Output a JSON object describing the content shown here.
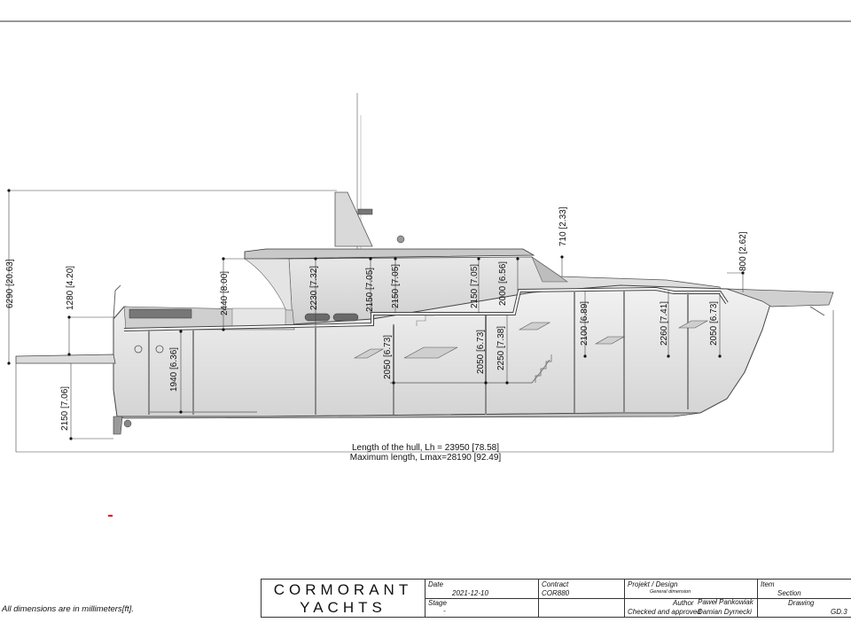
{
  "dimensions_vertical": [
    {
      "id": "overall-height",
      "text": "6290 [20.63]"
    },
    {
      "id": "bow-rail",
      "text": "1280 [4.20]"
    },
    {
      "id": "flybridge-deck",
      "text": "2440 [8.00]"
    },
    {
      "id": "saloon-1",
      "text": "2230 [7.32]"
    },
    {
      "id": "saloon-2",
      "text": "2150 [7.05]"
    },
    {
      "id": "saloon-3",
      "text": "2150 [7.05]"
    },
    {
      "id": "saloon-4",
      "text": "2150 [7.05]"
    },
    {
      "id": "wheelhouse",
      "text": "2000 [6.56]"
    },
    {
      "id": "hardtop",
      "text": "710 [2.33]"
    },
    {
      "id": "foredeck-rail",
      "text": "800 [2.62]"
    },
    {
      "id": "lower-1",
      "text": "1940 [6.36]"
    },
    {
      "id": "lower-2",
      "text": "2050 [6.73]"
    },
    {
      "id": "lower-3",
      "text": "2050 [6.73]"
    },
    {
      "id": "lower-4",
      "text": "2250 [7.38]"
    },
    {
      "id": "lower-5",
      "text": "2100 [6.89]"
    },
    {
      "id": "lower-6",
      "text": "2260 [7.41]"
    },
    {
      "id": "lower-7",
      "text": "2050 [6.73]"
    },
    {
      "id": "draft",
      "text": "2150 [7.06]"
    }
  ],
  "hull_length": "Length of the hull, Lh = 23950 [78.58]",
  "max_length": "Maximum length, Lmax=28190 [92.49]",
  "footnote": "All dimensions are in millimeters[ft].",
  "title_block": {
    "company_line1": "CORMORANT",
    "company_line2": "YACHTS",
    "date_label": "Date",
    "date_value": "2021-12-10",
    "stage_label": "Stage",
    "stage_value": "-",
    "contract_label": "Contract",
    "contract_value": "COR880",
    "project_label": "Projekt / Design",
    "project_value": "General dimension",
    "author_label": "Author",
    "author_value": "Paweł Pankowiak",
    "checked_label": "Checked and approved",
    "checked_value": "Damian Dyrnecki",
    "item_label": "Item",
    "item_value": "Section",
    "drawing_label": "Drawing",
    "drawing_value": "GD.3"
  },
  "colors": {
    "line": "#333333",
    "hull_fill": "#e6e6e6",
    "mid_fill": "#d6d6d6",
    "dark": "#4a4a4a",
    "bulkhead": "#8a8a8a",
    "accent_red": "#dd0000"
  }
}
